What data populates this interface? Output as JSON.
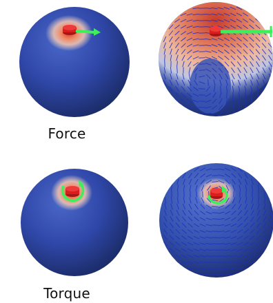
{
  "captions": {
    "force": "Force",
    "torque": "Torque"
  },
  "panels": [
    {
      "id": "force-surface",
      "row": "force",
      "view": "surface"
    },
    {
      "id": "force-field",
      "row": "force",
      "view": "field"
    },
    {
      "id": "torque-surface",
      "row": "torque",
      "view": "surface"
    },
    {
      "id": "torque-field",
      "row": "torque",
      "view": "field"
    }
  ],
  "colors": {
    "sphere_blue": "#2f47a8",
    "sphere_blue_dark": "#1c2d6b",
    "hot_red": "#d93b2a",
    "warm_orange": "#f0a27a",
    "arrow_green": "#3cf05a",
    "vector_blue": "#1f2fc0",
    "marker_red": "#d81e1e"
  }
}
